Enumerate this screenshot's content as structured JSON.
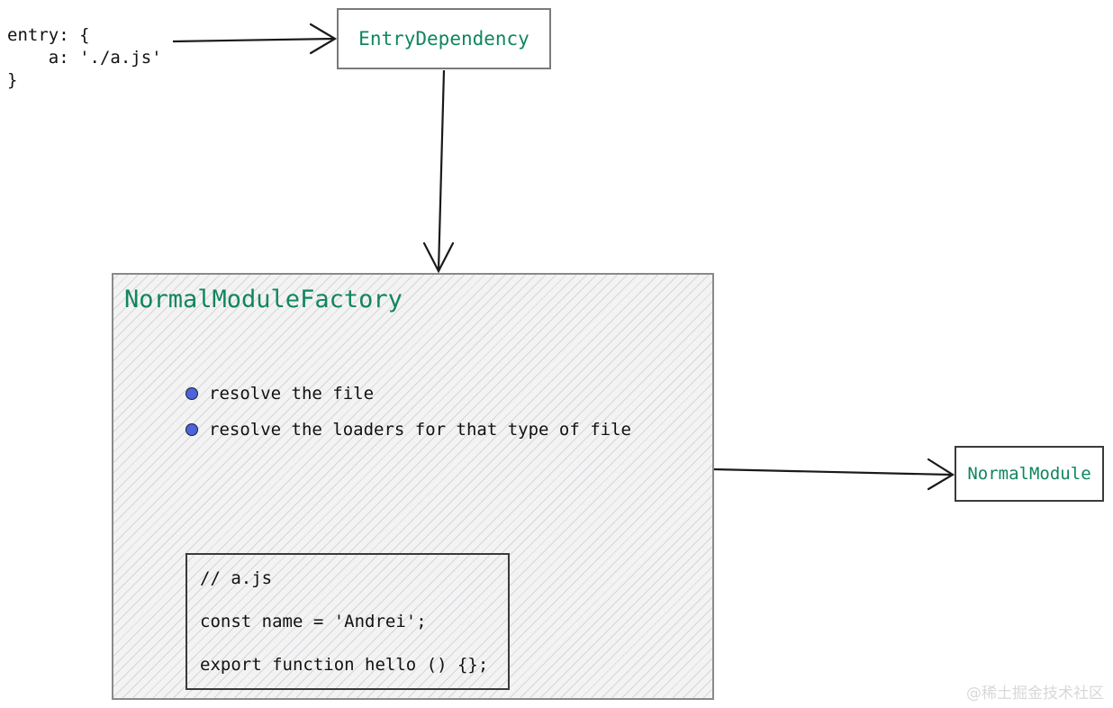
{
  "entry_snippet": {
    "name": "entry-config-snippet",
    "lines": [
      "entry: {",
      "    a: './a.js'",
      "}"
    ],
    "text": "entry: {\n    a: './a.js'\n}"
  },
  "nodes": {
    "entry_dependency": {
      "label": "EntryDependency"
    },
    "normal_module": {
      "label": "NormalModule"
    },
    "factory": {
      "title": "NormalModuleFactory"
    }
  },
  "factory_steps": [
    {
      "label": "resolve the file"
    },
    {
      "label": "resolve the loaders for that type of file"
    }
  ],
  "code_block": {
    "lines": [
      "// a.js",
      "const name = 'Andrei';",
      "export function hello () {};"
    ]
  },
  "watermark": {
    "text": "@稀土掘金技术社区"
  },
  "colors": {
    "node_text_green": "#10865c",
    "bullet_blue": "#4f63d8",
    "bullet_outline": "#16213e",
    "box_border_gray": "#7a7a7a",
    "box_border_dark": "#3a3a3a",
    "body_text": "#111111",
    "hatch_fill": "#f3f3f3",
    "watermark": "#d8d8d8",
    "arrow": "#1a1a1a"
  },
  "edges": [
    {
      "from": "entry-config-snippet",
      "to": "entry-dependency",
      "style": "straight-right"
    },
    {
      "from": "entry-dependency",
      "to": "normal-module-factory",
      "style": "straight-down"
    },
    {
      "from": "step-resolve-file",
      "to": "step-resolve-loaders",
      "style": "curved-loop-left"
    },
    {
      "from": "step-resolve-loaders",
      "to": "code-block",
      "style": "curved-down"
    },
    {
      "from": "normal-module-factory",
      "to": "normal-module",
      "style": "straight-right"
    }
  ]
}
